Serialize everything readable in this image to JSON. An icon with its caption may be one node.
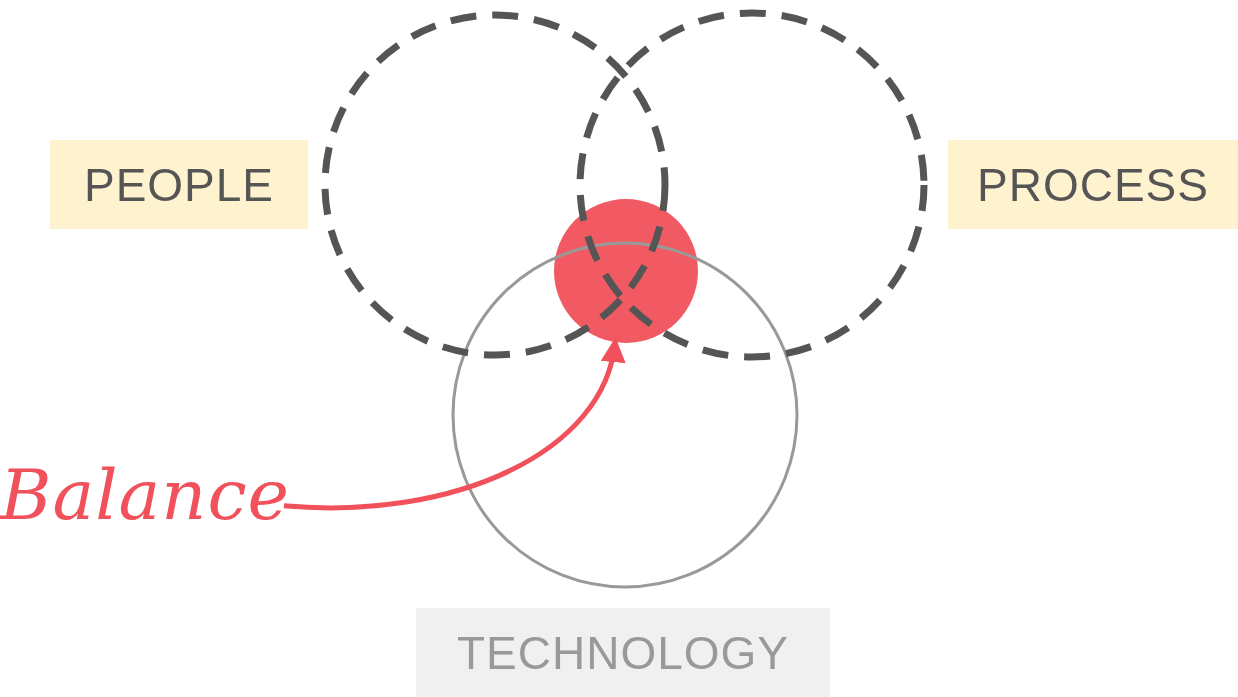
{
  "diagram": {
    "nodes": [
      {
        "text": [
          "PEOPLE"
        ]
      },
      {
        "text": [
          "PROCESS"
        ]
      },
      {
        "text": [],
        "shape": "circle"
      },
      {
        "text": [
          "Balance"
        ]
      },
      {
        "text": [
          "TECHNOLOGY"
        ]
      }
    ],
    "edges": [
      {
        "from": 3,
        "to": 2,
        "arrow": "to"
      }
    ]
  }
}
